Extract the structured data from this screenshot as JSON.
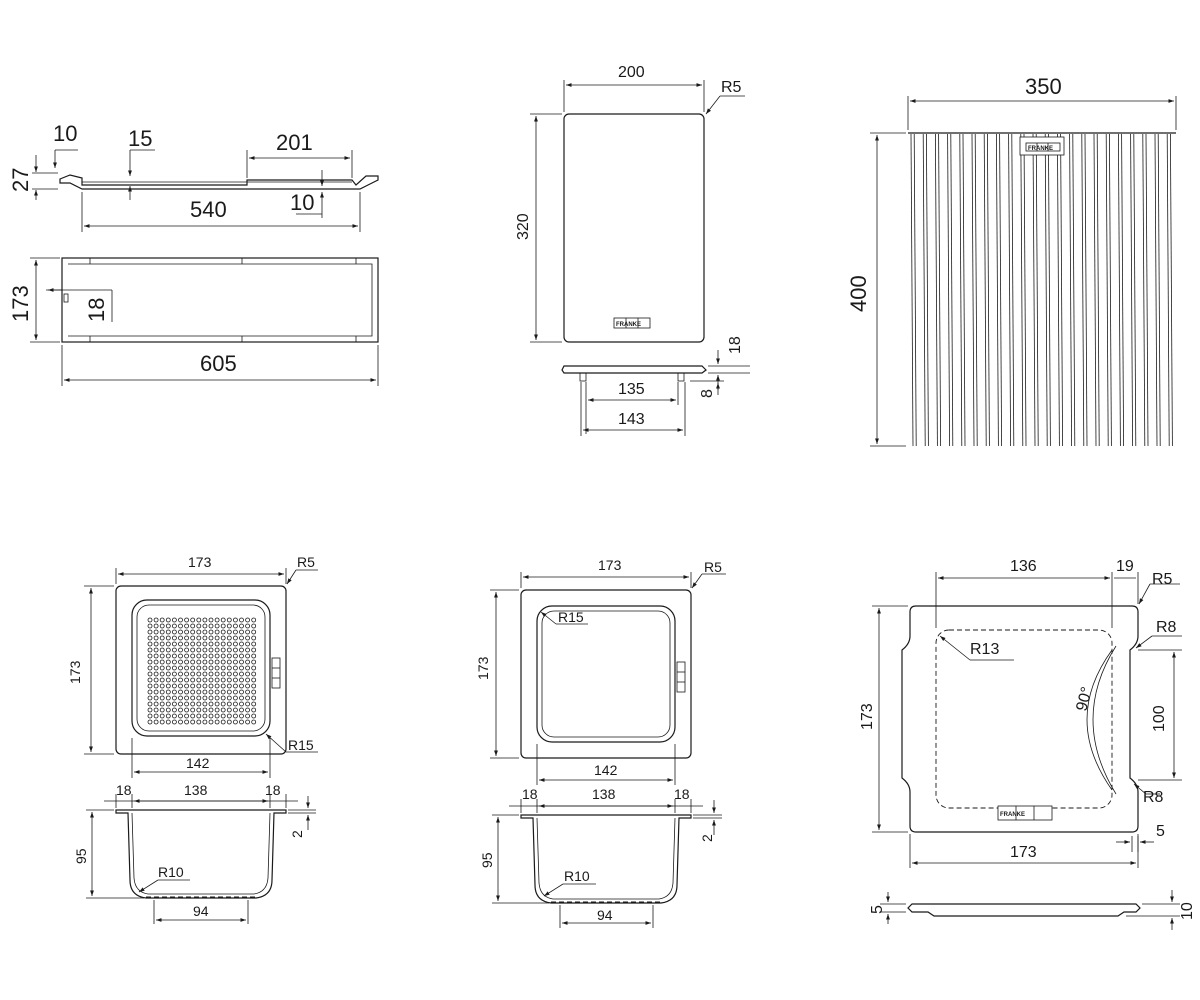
{
  "brand": {
    "logo_text": "FRANKE"
  },
  "drawing1": {
    "side": {
      "d10a": "10",
      "d15": "15",
      "d201": "201",
      "d27": "27",
      "d10b": "10",
      "d540": "540"
    },
    "top": {
      "d173": "173",
      "d18": "18",
      "d605": "605"
    }
  },
  "drawing2": {
    "front": {
      "d200": "200",
      "r5": "R5",
      "d320": "320"
    },
    "side": {
      "d18": "18",
      "d135": "135",
      "d8": "8",
      "d143": "143"
    }
  },
  "drawing3": {
    "d350": "350",
    "d400": "400"
  },
  "drawing4": {
    "top": {
      "d173w": "173",
      "r5": "R5",
      "d173h": "173",
      "d142": "142",
      "r15": "R15"
    },
    "section": {
      "d18a": "18",
      "d138": "138",
      "d18b": "18",
      "d2": "2",
      "d95": "95",
      "r10": "R10",
      "d94": "94"
    }
  },
  "drawing5": {
    "top": {
      "d173w": "173",
      "r5": "R5",
      "r15": "R15",
      "d173h": "173",
      "d142": "142"
    },
    "section": {
      "d18a": "18",
      "d138": "138",
      "d18b": "18",
      "d2": "2",
      "d95": "95",
      "r10": "R10",
      "d94": "94"
    }
  },
  "drawing6": {
    "top": {
      "d136": "136",
      "d19": "19",
      "r5": "R5",
      "r8a": "R8",
      "r13": "R13",
      "d90": "90°",
      "d100": "100",
      "d173h": "173",
      "r8b": "R8",
      "d5": "5",
      "d173w": "173"
    },
    "side": {
      "d5": "5",
      "d10": "10"
    }
  }
}
